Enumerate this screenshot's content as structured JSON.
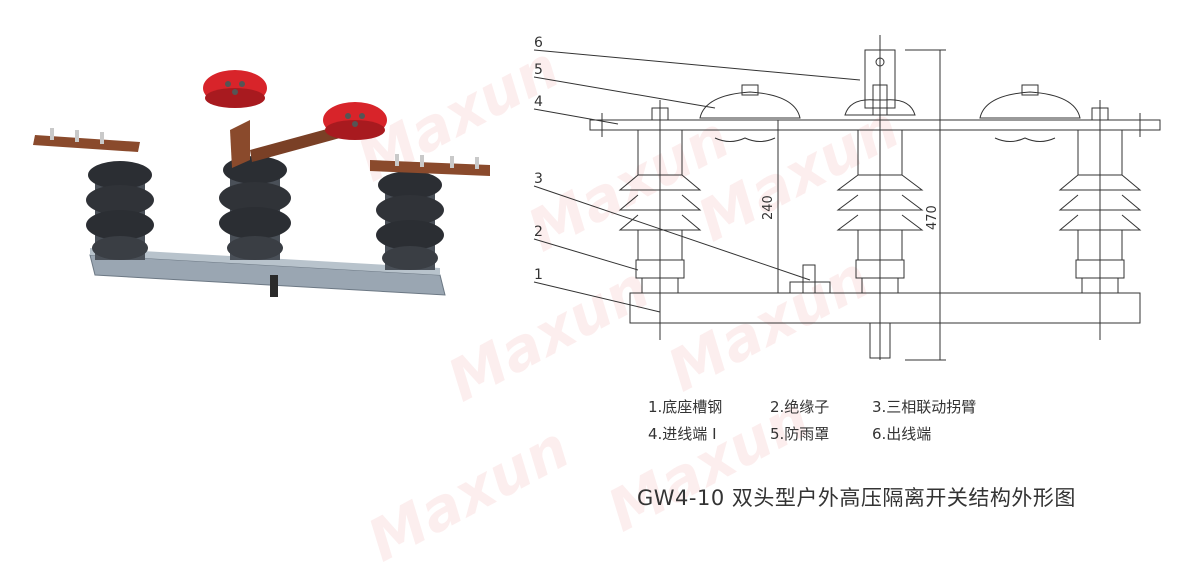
{
  "watermark": "Maxun",
  "callouts": [
    "6",
    "5",
    "4",
    "3",
    "2",
    "1"
  ],
  "dimensions": {
    "d240": "240",
    "d470": "470"
  },
  "legend": [
    "1.底座槽钢",
    "2.绝缘子",
    "3.三相联动拐臂",
    "4.进线端 I",
    "5.防雨罩",
    "6.出线端"
  ],
  "caption": "GW4-10 双头型户外高压隔离开关结构外形图",
  "colors": {
    "red_cap": "#d8242a",
    "porcelain": "#3a3a3a",
    "copper": "#8a4a2c",
    "base": "#8c9aa8"
  }
}
